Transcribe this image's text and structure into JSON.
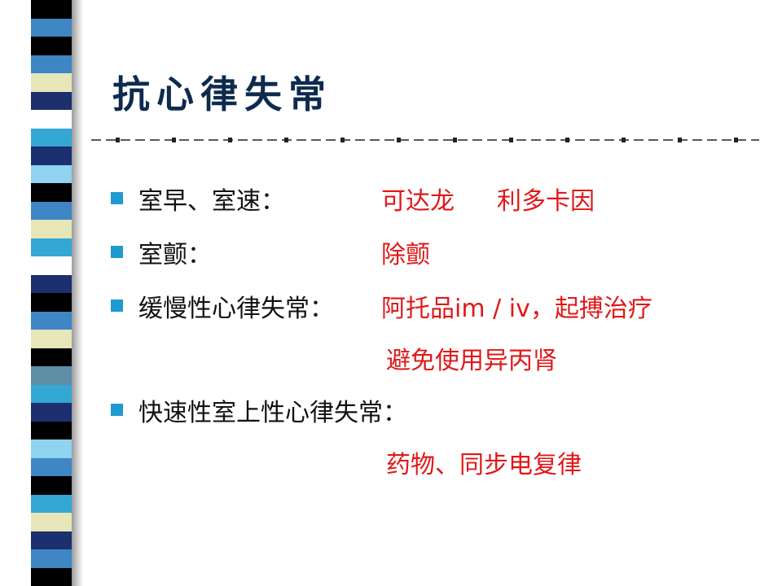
{
  "slide": {
    "title": "抗心律失常",
    "items": [
      {
        "label": "室早、室速：",
        "values": [
          "可达龙",
          "利多卡因"
        ]
      },
      {
        "label": "室颤：",
        "values": [
          "除颤"
        ]
      },
      {
        "label": "缓慢性心律失常：",
        "values": [
          "阿托品im / iv，起搏治疗",
          "避免使用异丙肾"
        ]
      },
      {
        "label": "快速性室上性心律失常：",
        "values": [
          "药物、同步电复律"
        ]
      }
    ]
  },
  "colors": {
    "title": "#0f2a4f",
    "bullet": "#1e9ad2",
    "label_text": "#111111",
    "value_text": "#e01818",
    "separator": "#222222"
  },
  "decoration": {
    "stripe_colors": [
      "#000000",
      "#3f86c4",
      "#000000",
      "#3f86c4",
      "#e6e6b8",
      "#1c2f6e",
      "#ffffff",
      "#34a7d5",
      "#1c2f6e",
      "#8fd3f0",
      "#000000",
      "#3f86c4",
      "#e6e6b8",
      "#34a7d5",
      "#ffffff",
      "#1c2f6e",
      "#000000",
      "#3f86c4",
      "#e6e6b8",
      "#000000",
      "#5e8fa6",
      "#34a7d5",
      "#1c2f6e",
      "#000000",
      "#8fd3f0",
      "#3f86c4",
      "#000000",
      "#34a7d5",
      "#e6e6b8",
      "#1c2f6e",
      "#3f86c4",
      "#000000"
    ]
  }
}
